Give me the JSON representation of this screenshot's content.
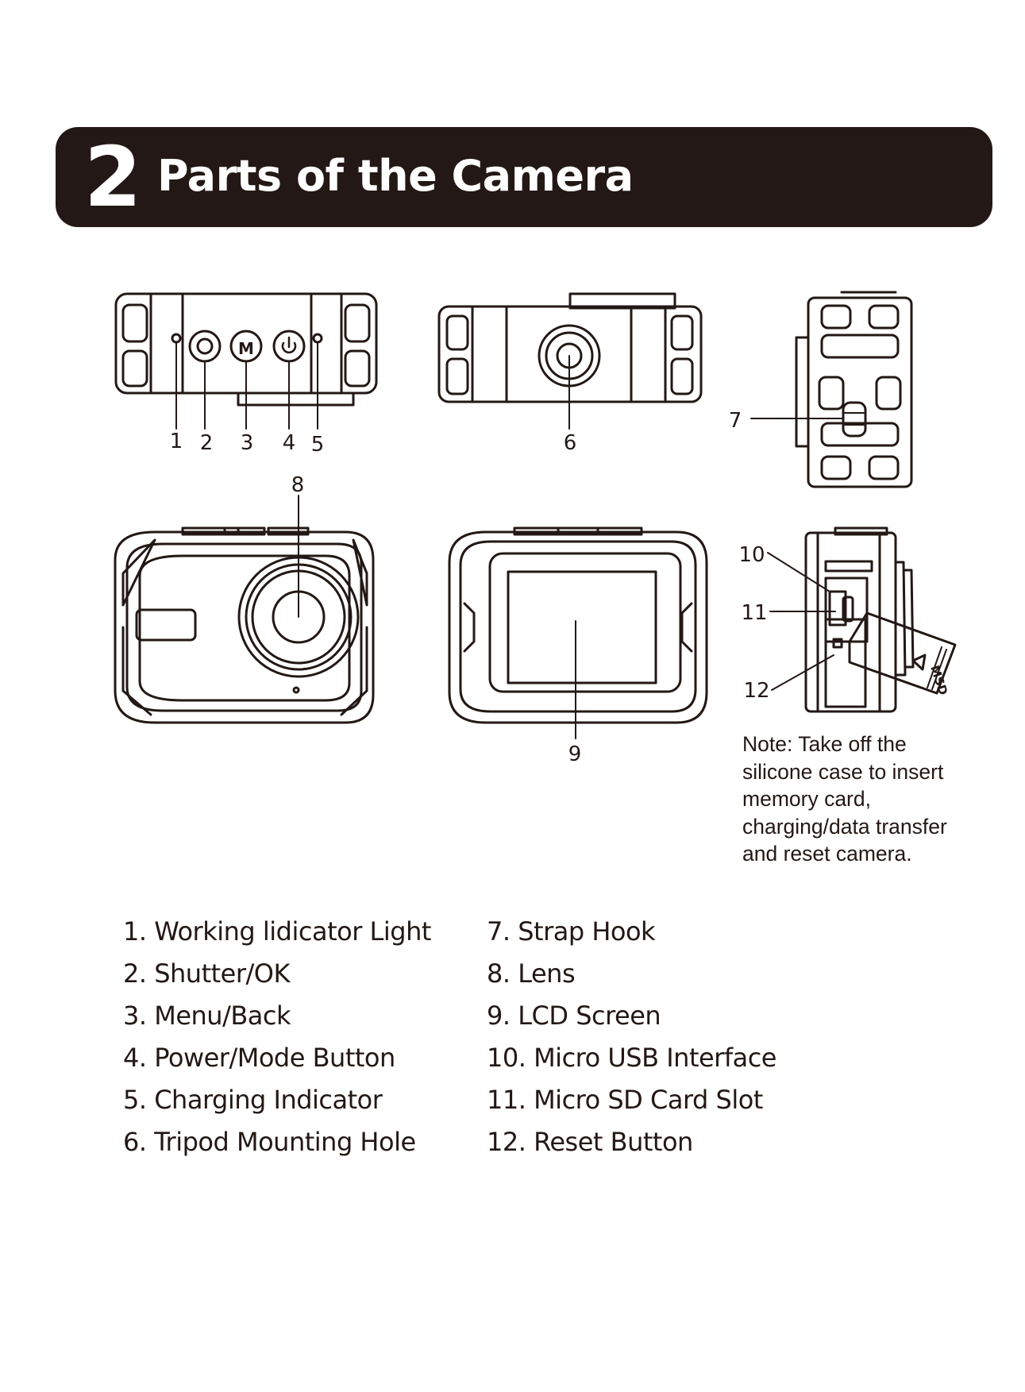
{
  "header": {
    "number": "2",
    "title": "Parts of the Camera"
  },
  "callouts": [
    "1",
    "2",
    "3",
    "4",
    "5",
    "6",
    "7",
    "8",
    "9",
    "10",
    "11",
    "12"
  ],
  "card_label": "MSD",
  "note": {
    "lines": [
      "Note: Take off the",
      "silicone case to insert",
      "memory card,",
      "charging/data transfer",
      "and reset camera."
    ]
  },
  "parts_left": [
    "1. Working lidicator Light",
    "2. Shutter/OK",
    "3. Menu/Back",
    "4. Power/Mode Button",
    "5. Charging Indicator",
    "6. Tripod Mounting Hole"
  ],
  "parts_right": [
    "7. Strap Hook",
    "8. Lens",
    "9. LCD Screen",
    "10. Micro USB Interface",
    "11. Micro SD Card Slot",
    "12. Reset Button"
  ]
}
